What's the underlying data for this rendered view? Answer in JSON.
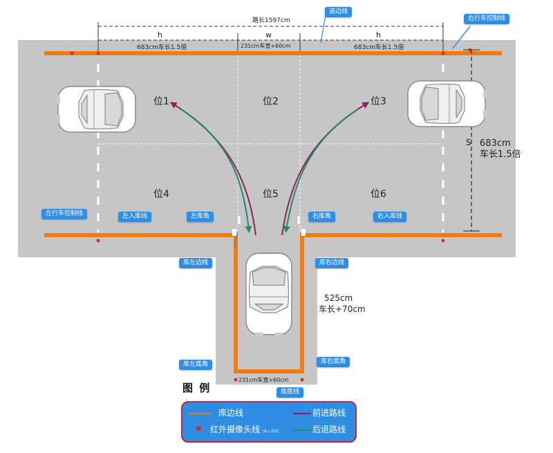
{
  "road": {
    "length_label": "路长1597cm",
    "h_label": "h",
    "w_label": "w",
    "left_segment": "683cm车长1.5倍",
    "mid_segment": "231cm车宽+60cm",
    "right_segment": "683cm车长1.5倍",
    "depth_value": "683cm",
    "depth_desc": "车长1.5倍",
    "s_label": "S"
  },
  "garage": {
    "depth_value": "525cm",
    "depth_desc": "车长+70cm",
    "bottom_width": "231cm车宽+60cm"
  },
  "positions": [
    "位1",
    "位2",
    "位3",
    "位4",
    "位5",
    "位6"
  ],
  "tags": {
    "road_edge": "道边线",
    "right_control": "右行车控制线",
    "left_control": "左行车控制线",
    "left_entry": "左入库线",
    "left_corner": "左库角",
    "right_corner": "右库角",
    "right_entry": "右入库线",
    "garage_left": "库左边线",
    "garage_right": "库右边线",
    "garage_left_bottom": "库左底角",
    "garage_right_bottom": "库右底角",
    "garage_bottom": "库底线"
  },
  "legend": {
    "title": "图 例",
    "items": {
      "garage_line": "库边线",
      "forward_route": "前进路线",
      "ir_line": "红外摄像头线",
      "ir_note": "(私人测试)",
      "reverse_route": "后退路线"
    }
  },
  "colors": {
    "road": "#c6c6c6",
    "orange_line": "#f07a14",
    "forward": "#8e1f5c",
    "reverse": "#1d8a6b",
    "tag": "#2f8de4",
    "sensor": "#d7281f"
  }
}
